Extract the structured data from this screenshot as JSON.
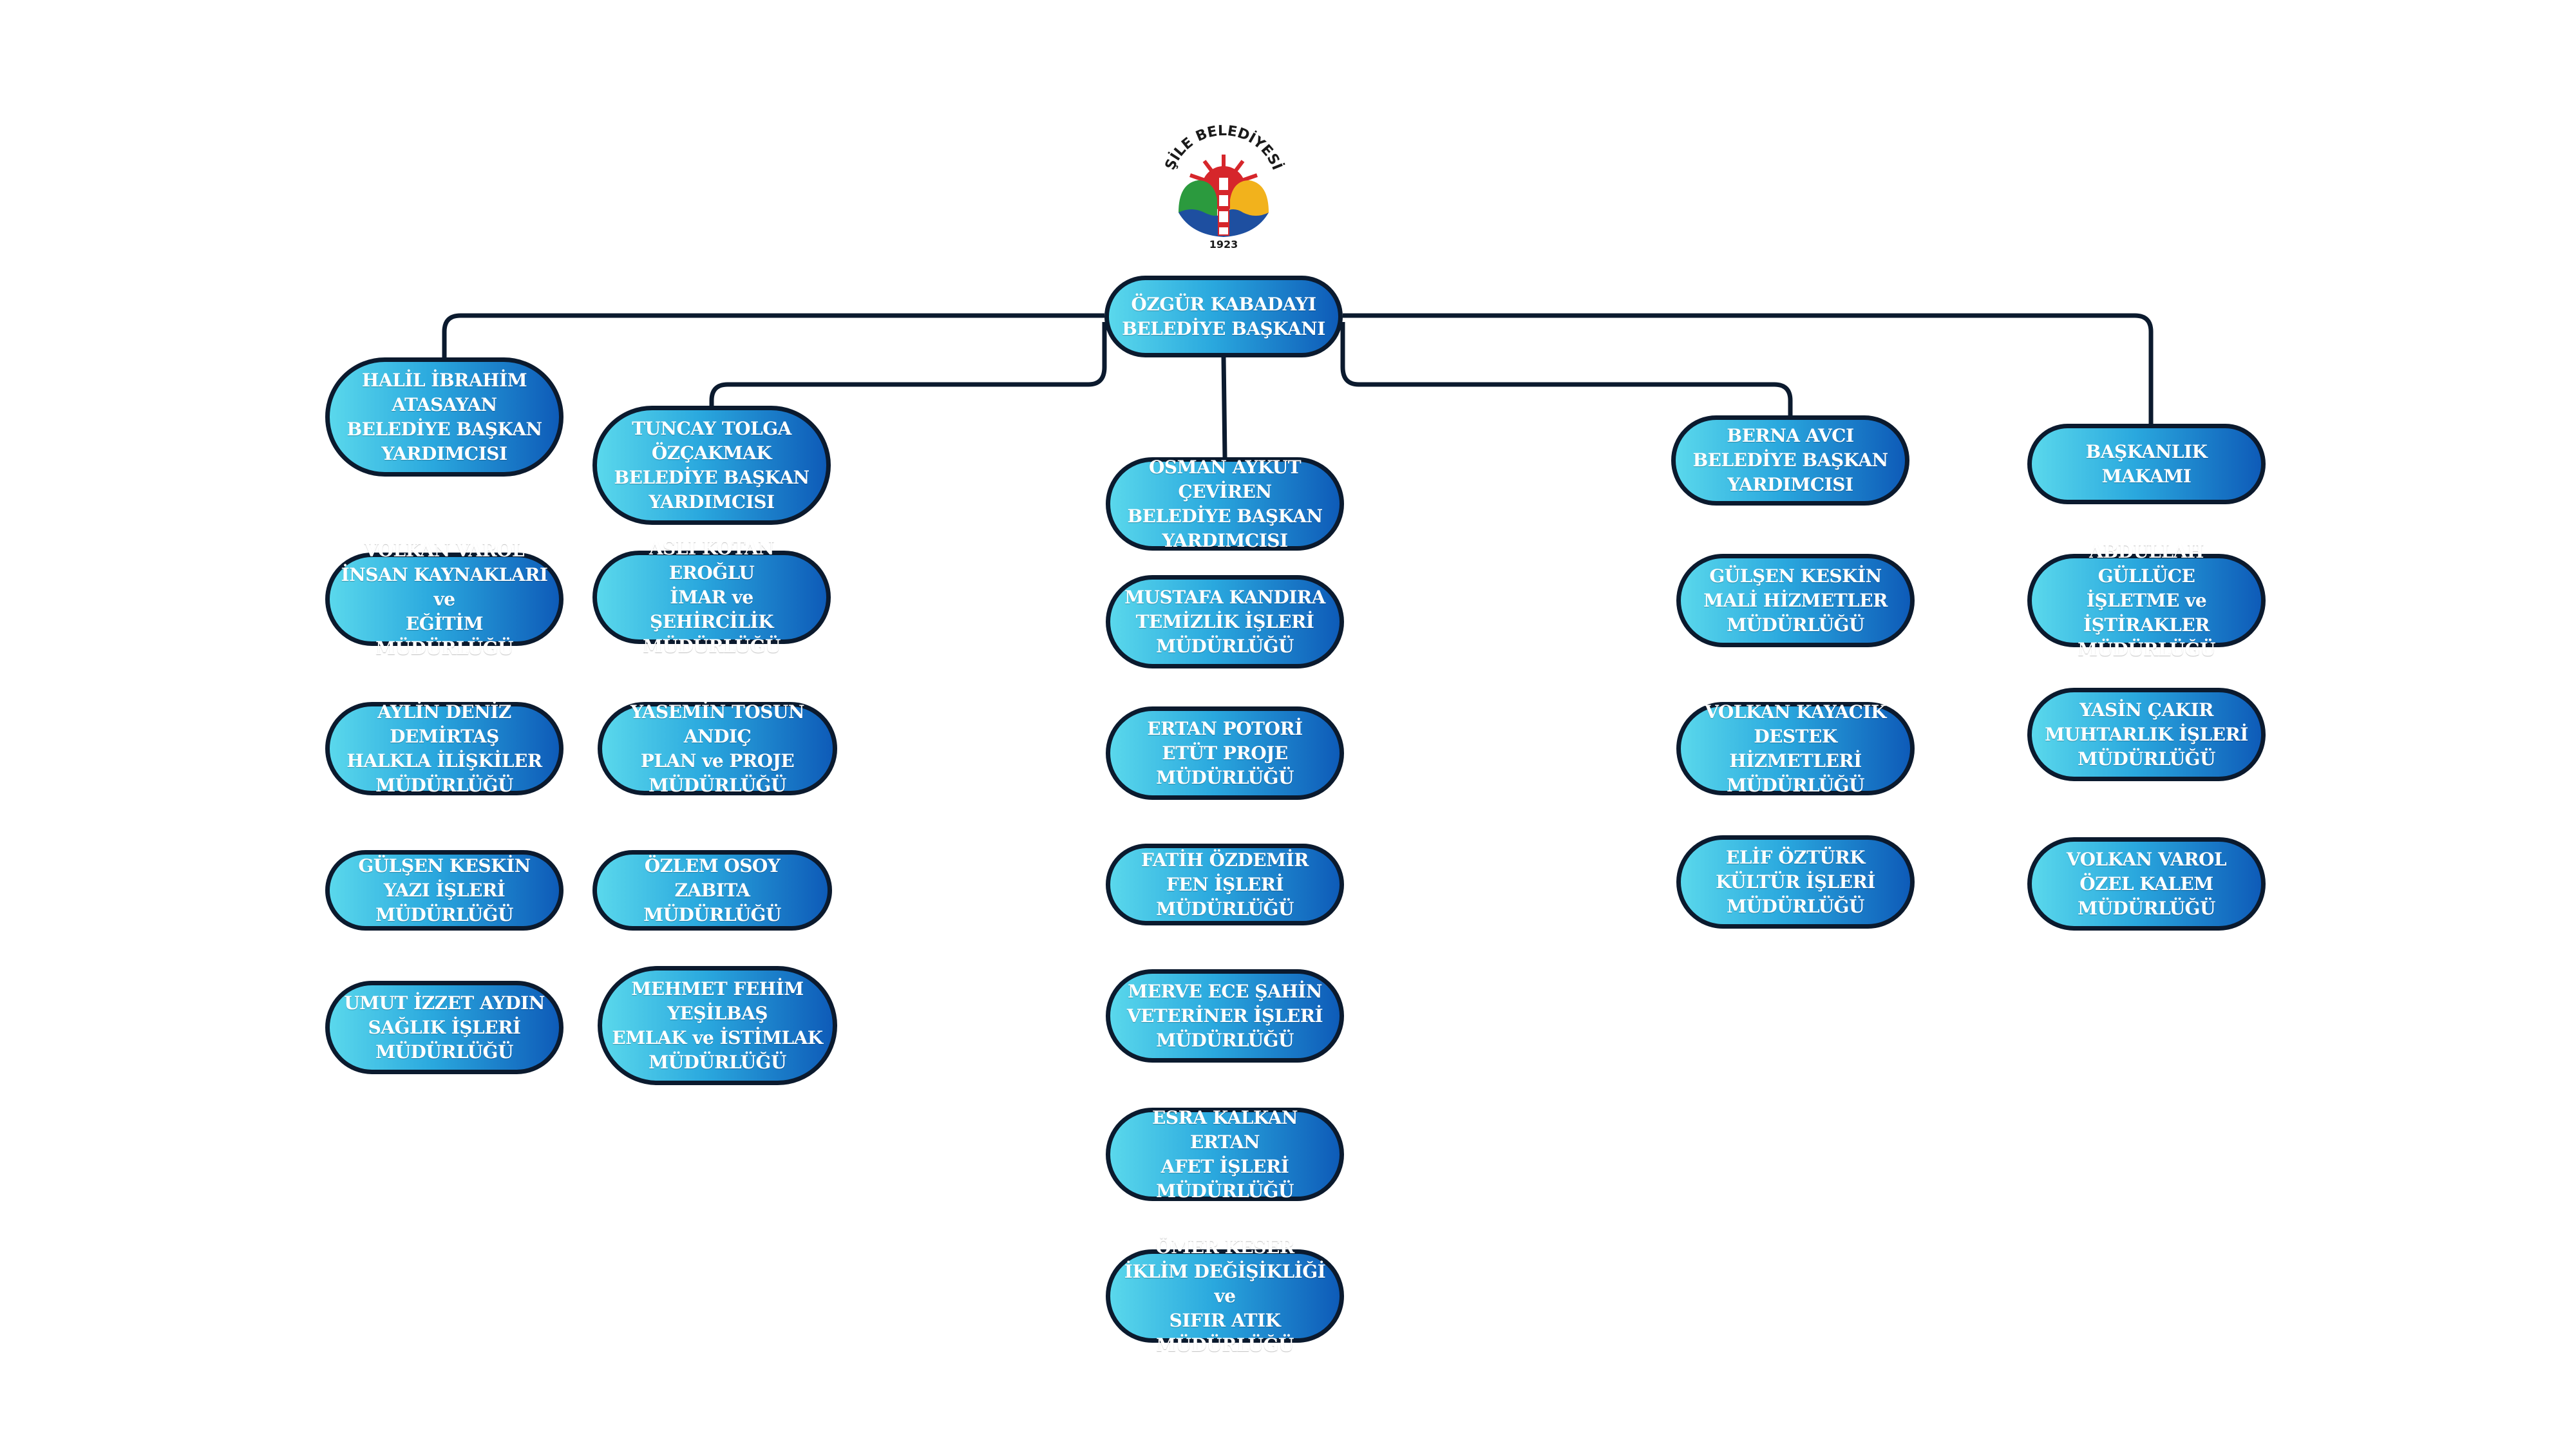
{
  "logo": {
    "name": "ŞİLE BELEDİYESİ",
    "year": "1923"
  },
  "nodes": {
    "mayor": "ÖZGÜR KABADAYI\nBELEDİYE BAŞKANI",
    "dep1": "HALİL İBRAHİM\nATASAYAN\nBELEDİYE BAŞKAN\nYARDIMCISI",
    "dep2": "TUNCAY TOLGA\nÖZÇAKMAK\nBELEDİYE BAŞKAN\nYARDIMCISI",
    "dep3": "OSMAN AYKUT ÇEVİREN\nBELEDİYE BAŞKAN\nYARDIMCISI",
    "dep4": "BERNA AVCI\nBELEDİYE BAŞKAN\nYARDIMCISI",
    "office": "BAŞKANLIK MAKAMI",
    "c1_1": "VOLKAN VAROL\nİNSAN KAYNAKLARI ve\nEĞİTİM MÜDÜRLÜĞÜ",
    "c1_2": "AYLİN DENİZ DEMİRTAŞ\nHALKLA İLİŞKİLER\nMÜDÜRLÜĞÜ",
    "c1_3": "GÜLŞEN KESKİN\nYAZI İŞLERİ MÜDÜRLÜĞÜ",
    "c1_4": "UMUT İZZET AYDIN\nSAĞLIK İŞLERİ\nMÜDÜRLÜĞÜ",
    "c2_1": "ASLI KOTAN EROĞLU\nİMAR ve ŞEHİRCİLİK\nMÜDÜRLÜĞÜ",
    "c2_2": "YASEMİN TOSUN ANDIÇ\nPLAN ve PROJE\nMÜDÜRLÜĞÜ",
    "c2_3": "ÖZLEM OSOY\nZABITA MÜDÜRLÜĞÜ",
    "c2_4": "MEHMET FEHİM\nYEŞİLBAŞ\nEMLAK ve İSTİMLAK\nMÜDÜRLÜĞÜ",
    "c3_1": "MUSTAFA KANDIRA\nTEMİZLİK İŞLERİ\nMÜDÜRLÜĞÜ",
    "c3_2": "ERTAN POTORİ\nETÜT PROJE\nMÜDÜRLÜĞÜ",
    "c3_3": "FATİH ÖZDEMİR\nFEN İŞLERİ MÜDÜRLÜĞÜ",
    "c3_4": "MERVE ECE ŞAHİN\nVETERİNER İŞLERİ\nMÜDÜRLÜĞÜ",
    "c3_5": "ESRA KALKAN ERTAN\nAFET İŞLERİ\nMÜDÜRLÜĞÜ",
    "c3_6": "ÖMER KESER\nİKLİM DEĞİŞİKLİĞİ ve\nSIFIR ATIK MÜDÜRLÜĞÜ",
    "c4_1": "GÜLŞEN KESKİN\nMALİ HİZMETLER\nMÜDÜRLÜĞÜ",
    "c4_2": "VOLKAN KAYACIK\nDESTEK HİZMETLERİ\nMÜDÜRLÜĞÜ",
    "c4_3": "ELİF ÖZTÜRK\nKÜLTÜR İŞLERİ\nMÜDÜRLÜĞÜ",
    "c5_1": "ABDULLAH GÜLLÜCE\nİŞLETME ve İŞTİRAKLER\nMÜDÜRLÜĞÜ",
    "c5_2": "YASİN ÇAKIR\nMUHTARLIK İŞLERİ\nMÜDÜRLÜĞÜ",
    "c5_3": "VOLKAN VAROL\nÖZEL KALEM\nMÜDÜRLÜĞÜ"
  },
  "colors": {
    "box_border": "#0b1a2e",
    "box_gradient_start": "#5ad8ec",
    "box_gradient_end": "#0e5bb8",
    "connector": "#0b1a2e",
    "text": "#ffffff"
  }
}
